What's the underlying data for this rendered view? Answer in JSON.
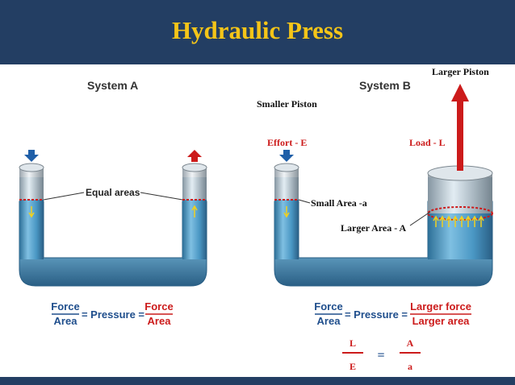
{
  "slide": {
    "title": "Hydraulic Press",
    "colors": {
      "header_bg": "#233e63",
      "title": "#f5c518",
      "fluid": "#4a97c4",
      "accent_red": "#cc1b1b",
      "label_blue": "#1f4e8c"
    }
  },
  "system_a": {
    "heading": "System A",
    "callout": "Equal areas",
    "formula": {
      "left_num": "Force",
      "left_den": "Area",
      "middle": "= Pressure =",
      "right_num": "Force",
      "right_den": "Area"
    }
  },
  "system_b": {
    "heading": "System B",
    "smaller_piston": "Smaller Piston",
    "larger_piston": "Larger Piston",
    "effort": "Effort - E",
    "load": "Load - L",
    "small_area": "Small Area -a",
    "larger_area": "Larger Area - A",
    "formula": {
      "left_num": "Force",
      "left_den": "Area",
      "middle": "= Pressure =",
      "right_num": "Larger force",
      "right_den": "Larger area"
    },
    "ratio": {
      "left_num": "L",
      "left_den": "E",
      "equals": "=",
      "right_num": "A",
      "right_den": "a"
    }
  }
}
